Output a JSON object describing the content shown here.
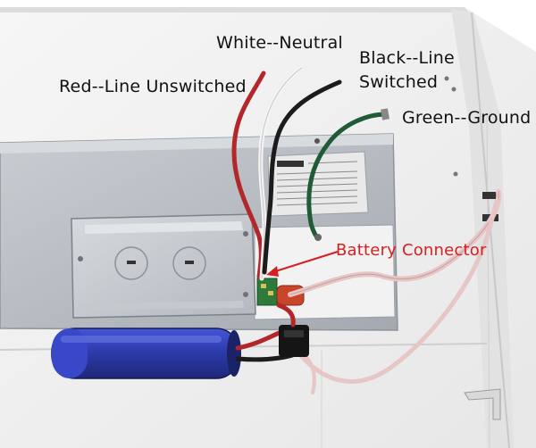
{
  "labels": {
    "red_line_unswitched": "Red--Line Unswitched",
    "white_neutral": "White--Neutral",
    "black_line_1": "Black--Line",
    "black_line_2": "Switched",
    "green_ground": "Green--Ground",
    "battery_connector": "Battery Connector"
  },
  "colors": {
    "annotation_text": "#111111",
    "battery_label": "#d42020",
    "wire_red": "#b3262a",
    "wire_white": "#f1f1f1",
    "wire_black": "#1c1c1c",
    "wire_green": "#1f5b34",
    "battery": "#2f3fb0",
    "panel": "#f5f5f5"
  }
}
